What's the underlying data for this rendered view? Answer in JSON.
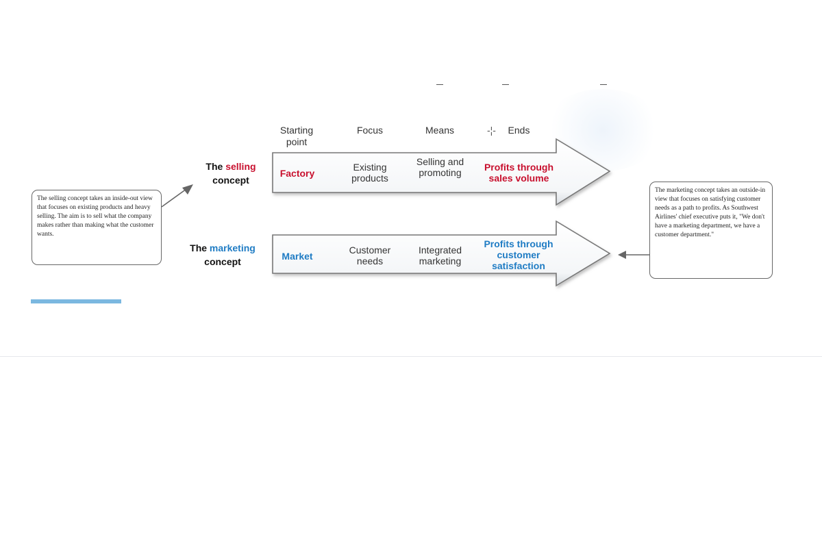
{
  "columns": {
    "starting_point": "Starting point",
    "focus": "Focus",
    "means": "Means",
    "ends": "Ends"
  },
  "selling": {
    "label_prefix": "The",
    "label_highlight": "selling",
    "label_suffix": "concept",
    "starting_point": "Factory",
    "focus": "Existing products",
    "means": "Selling and promoting",
    "ends": "Profits through sales volume"
  },
  "marketing": {
    "label_prefix": "The",
    "label_highlight": "marketing",
    "label_suffix": "concept",
    "starting_point": "Market",
    "focus": "Customer needs",
    "means": "Integrated marketing",
    "ends": "Profits through customer satisfaction"
  },
  "notes": {
    "left": "The selling concept takes an inside-out view that focuses on existing products and heavy selling. The aim is to sell what the company makes rather than making what the customer wants.",
    "right": "The marketing concept takes an outside-in view that focuses on satisfying customer needs as a path to profits. As Southwest Airlines' chief executive puts it, \"We don't have a marketing department, we have a customer department.\""
  },
  "colors": {
    "selling_accent": "#c8102e",
    "marketing_accent": "#1f7cc4",
    "accent_line": "#7bb8e0"
  }
}
